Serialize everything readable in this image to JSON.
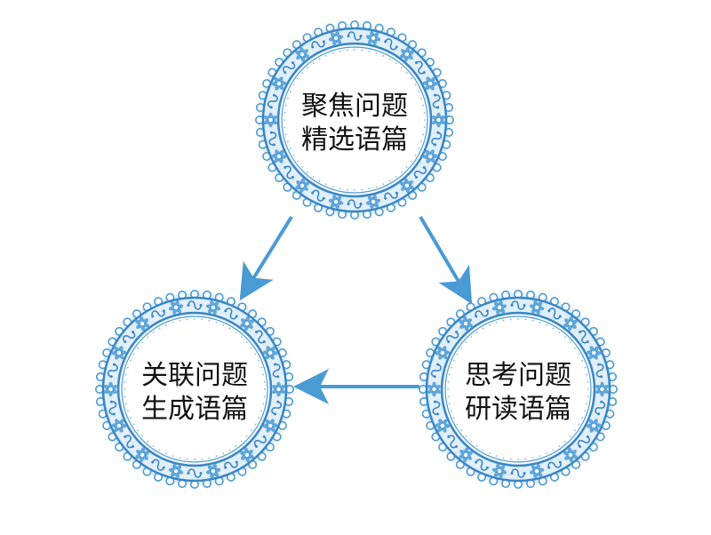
{
  "diagram": {
    "nodes": [
      {
        "id": "top",
        "line1": "聚焦问题",
        "line2": "精选语篇"
      },
      {
        "id": "left",
        "line1": "关联问题",
        "line2": "生成语篇"
      },
      {
        "id": "right",
        "line1": "思考问题",
        "line2": "研读语篇"
      }
    ],
    "edges": [
      {
        "from": "top",
        "to": "left"
      },
      {
        "from": "top",
        "to": "right"
      },
      {
        "from": "right",
        "to": "left"
      }
    ]
  },
  "colors": {
    "accent": "#4a9ad4",
    "accent_dark": "#3a86c6",
    "accent_light": "#a9d2f0",
    "text": "#111111"
  }
}
